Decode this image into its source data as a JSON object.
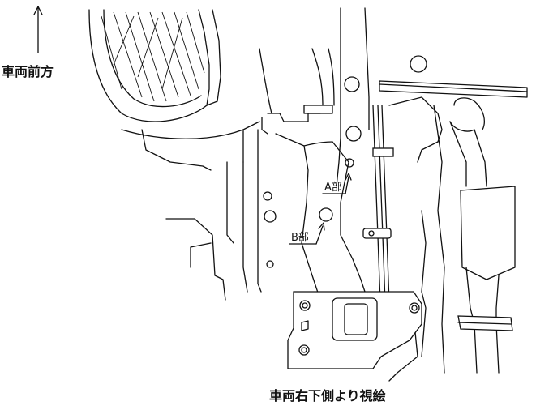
{
  "labels": {
    "vehicle_front": "車両前方",
    "part_a": "A部",
    "part_b": "B部",
    "caption": "車両右下側より視絵"
  },
  "colors": {
    "line": "#111111",
    "background": "#ffffff"
  },
  "icons": {
    "direction_arrow": "up-arrow-icon"
  }
}
